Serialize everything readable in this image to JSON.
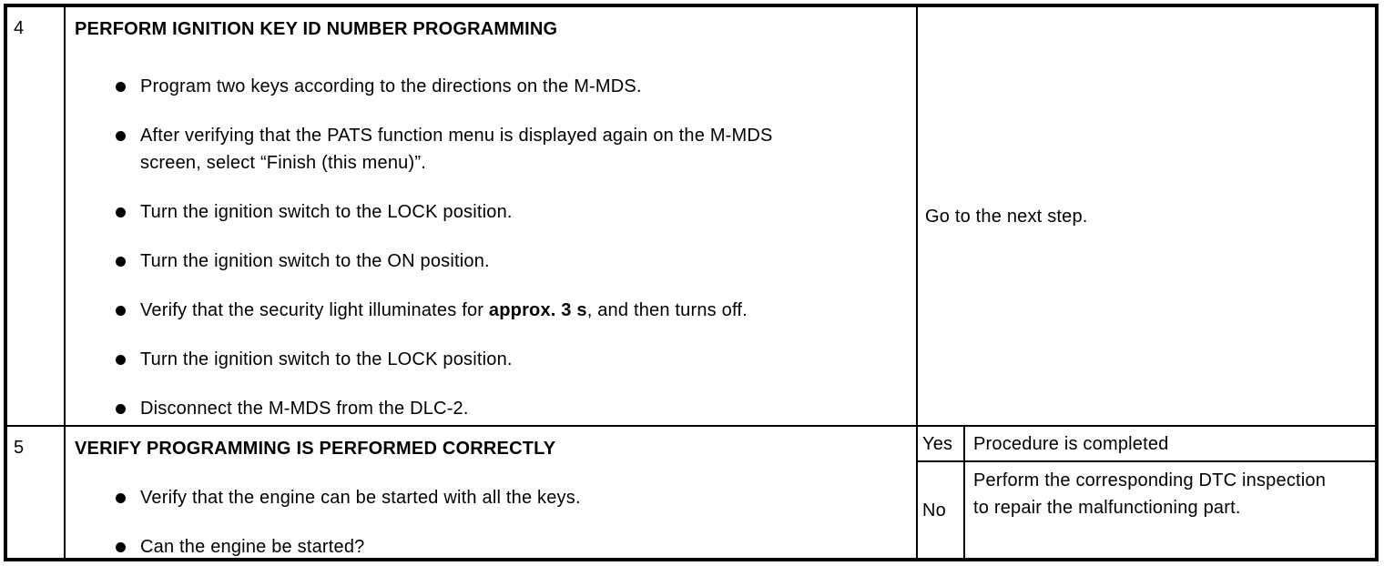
{
  "page": {
    "background_color": "#ffffff",
    "border_color": "#000000"
  },
  "table": {
    "rows": [
      {
        "step": "4",
        "title": "PERFORM IGNITION KEY ID NUMBER PROGRAMMING",
        "bullets": [
          "Program two keys according to the directions on the M-MDS.",
          "After verifying that the PATS function menu is displayed again on the M-MDS screen, select “Finish (this menu)”.",
          "Turn the ignition switch to the LOCK position.",
          "Turn the ignition switch to the ON position.",
          {
            "pre": "Verify that the security light illuminates for ",
            "bold": "approx. 3 s",
            "post": ", and then turns off."
          },
          "Turn the ignition switch to the LOCK position.",
          "Disconnect the M-MDS from the DLC-2."
        ],
        "result": "Go to the next step."
      },
      {
        "step": "5",
        "title": "VERIFY PROGRAMMING IS PERFORMED CORRECTLY",
        "bullets": [
          "Verify that the engine can be started with all the keys.",
          "Can the engine be started?"
        ],
        "results": [
          {
            "label": "Yes",
            "text": "Procedure is completed"
          },
          {
            "label": "No",
            "text": "Perform the corresponding DTC inspection to repair the malfunctioning part."
          }
        ]
      }
    ]
  }
}
